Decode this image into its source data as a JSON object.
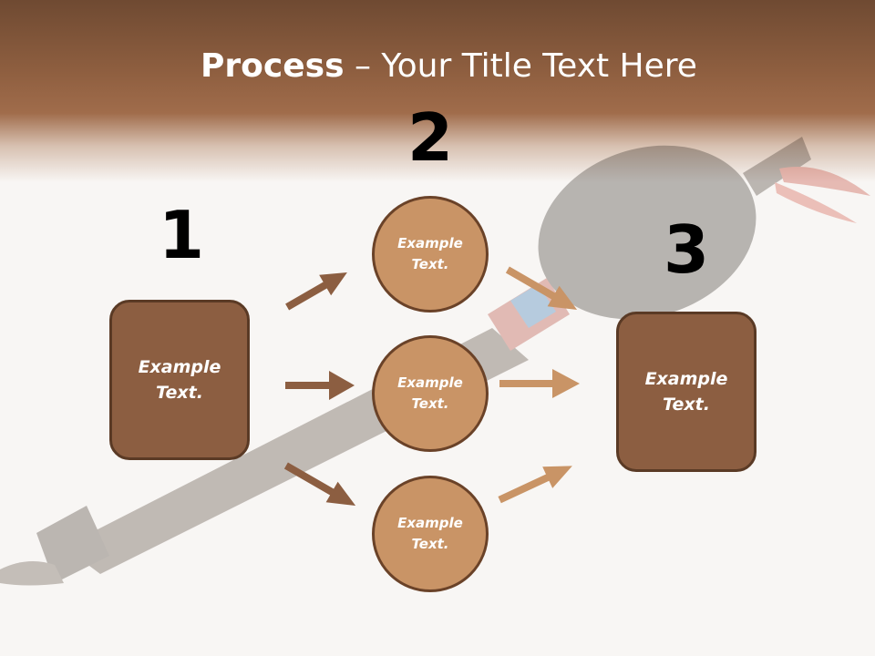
{
  "slide": {
    "title_bold": "Process",
    "title_rest": " – Your Title Text Here",
    "steps": [
      {
        "number": "1",
        "label": "Example Text."
      },
      {
        "number": "2",
        "label": "Example Text."
      },
      {
        "number": "3",
        "label": "Example Text."
      }
    ],
    "circles": [
      "Example Text.",
      "Example Text.",
      "Example Text."
    ]
  },
  "colors": {
    "box_fill": "#8c5e41",
    "circle_fill": "#c99466",
    "arrow_dark": "#8c5e41",
    "arrow_light": "#c99466",
    "header_band": "#8f5f40"
  }
}
